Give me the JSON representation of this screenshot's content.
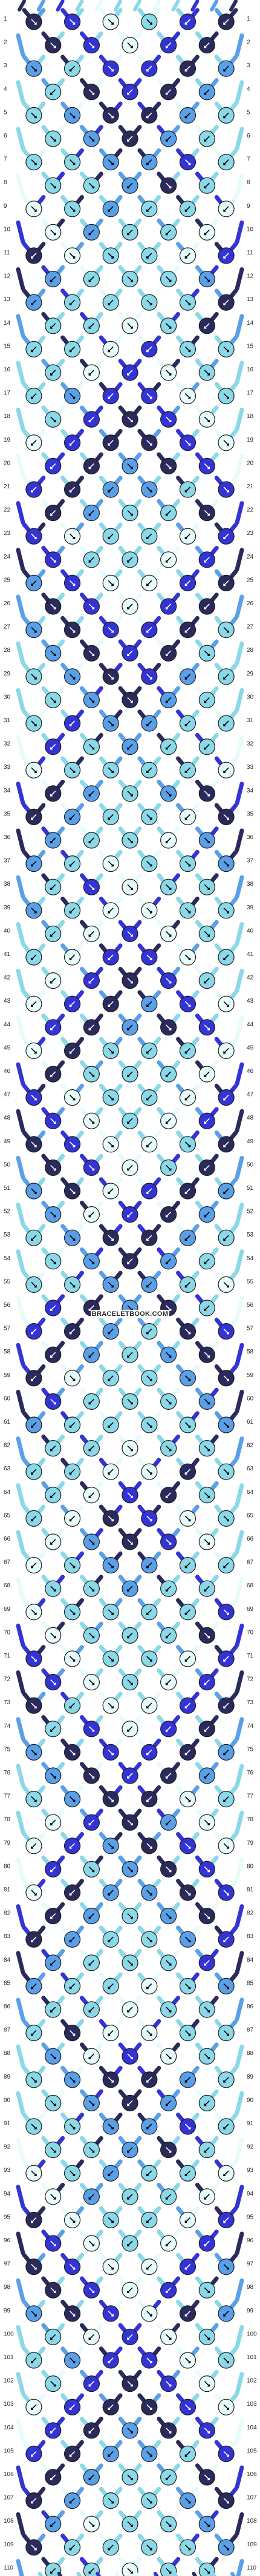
{
  "pattern": {
    "rows": 110,
    "strings": 12,
    "colors": {
      "A": "#2b2a5c",
      "B": "#3434d6",
      "C": "#5aa0e8",
      "D": "#8ad8e8",
      "E": "#e8fbfb"
    },
    "string_order": [
      "A",
      "C",
      "B",
      "D",
      "E",
      "D",
      "D",
      "E",
      "D",
      "B",
      "C",
      "A"
    ]
  },
  "watermark": "BRACELETBOOK.COM"
}
